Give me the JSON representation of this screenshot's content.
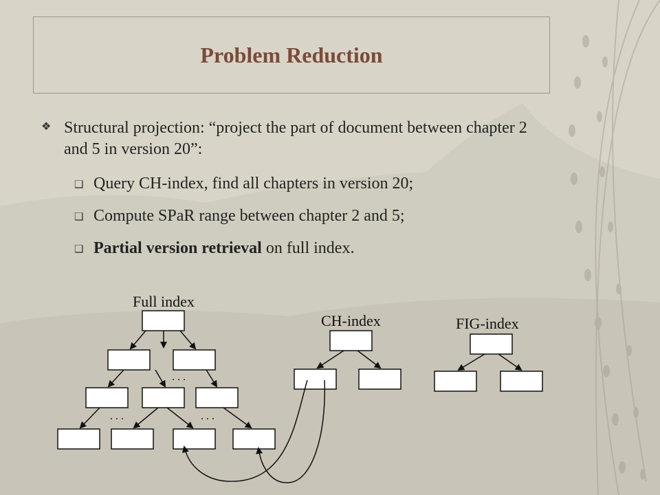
{
  "slide": {
    "title": "Problem Reduction",
    "main_bullet": "Structural projection: “project the part of document between chapter 2 and 5 in version 20”:",
    "sub_bullets": [
      {
        "text": "Query CH-index, find all chapters in version 20;"
      },
      {
        "text": "Compute SPaR range between chapter 2 and 5;"
      },
      {
        "bold": "Partial version retrieval",
        "text": " on full index."
      }
    ]
  },
  "diagram": {
    "full_index_label": "Full index",
    "ch_index_label": "CH-index",
    "fig_index_label": "FIG-index",
    "ellipsis": ". . ."
  },
  "colors": {
    "title": "#7a4a3a",
    "background": "#d8d5c8",
    "node_stroke": "#111111"
  },
  "icons": {
    "main_bullet": "four-diamond-icon",
    "sub_bullet": "hollow-square-icon"
  }
}
